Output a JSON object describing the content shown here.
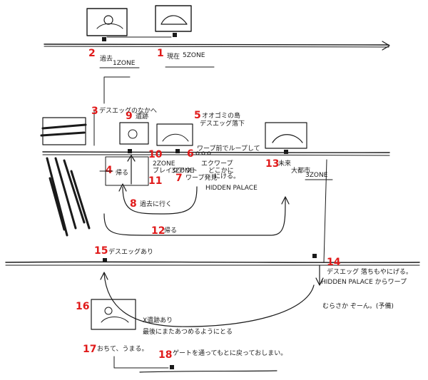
{
  "markers": [
    {
      "id": "m1",
      "label": "1"
    },
    {
      "id": "m2",
      "label": "2"
    },
    {
      "id": "m3",
      "label": "3"
    },
    {
      "id": "m4",
      "label": "4"
    },
    {
      "id": "m5",
      "label": "5"
    },
    {
      "id": "m6",
      "label": "6"
    },
    {
      "id": "m7",
      "label": "7"
    },
    {
      "id": "m8",
      "label": "8"
    },
    {
      "id": "m9",
      "label": "9"
    },
    {
      "id": "m10",
      "label": "10"
    },
    {
      "id": "m11",
      "label": "11"
    },
    {
      "id": "m12",
      "label": "12"
    },
    {
      "id": "m13",
      "label": "13"
    },
    {
      "id": "m14",
      "label": "14"
    },
    {
      "id": "m15",
      "label": "15"
    },
    {
      "id": "m16",
      "label": "16"
    },
    {
      "id": "m17",
      "label": "17"
    },
    {
      "id": "m18",
      "label": "18"
    }
  ],
  "notes": {
    "present": "現在",
    "zone5": "5ZONE",
    "past": "過去",
    "zone1": "1ZONE",
    "death_egg": "デスエッグのなかへ",
    "ruins": "遺跡",
    "island": "オオゴミの島",
    "death_egg_fall": "デスエッグ落下",
    "zone2": "2ZONE",
    "zone2_sub": "ブレイクアウト",
    "return": "帰る",
    "warp_loop": "ワープ前でループして",
    "warp_where": "どこかに",
    "warp_find": "エクワープ",
    "go_to": "にける。",
    "zone3": "3ZONE",
    "warp_discovery": "ワープ発見",
    "hidden_palace": "HIDDEN PALACE",
    "back_past": "過去に行く",
    "return_12": "帰る",
    "future": "未来",
    "metropolis": "大都市",
    "zone3b": "3ZONE",
    "death_egg_here": "デスエッグあり",
    "death_egg_escape": "デスエッグ 落ちもやにげる。",
    "hidden_palace_warp": "HIDDEN PALACE からワープ",
    "mushroom": "むらさか ぞーん。(予備)",
    "x_note": "X遺跡あり",
    "last_note": "最後にまたあつめるようにとる",
    "fall_note": "おちて、うまる。",
    "gate_note": "ゲートを通ってもとに戻っておしまい。"
  }
}
